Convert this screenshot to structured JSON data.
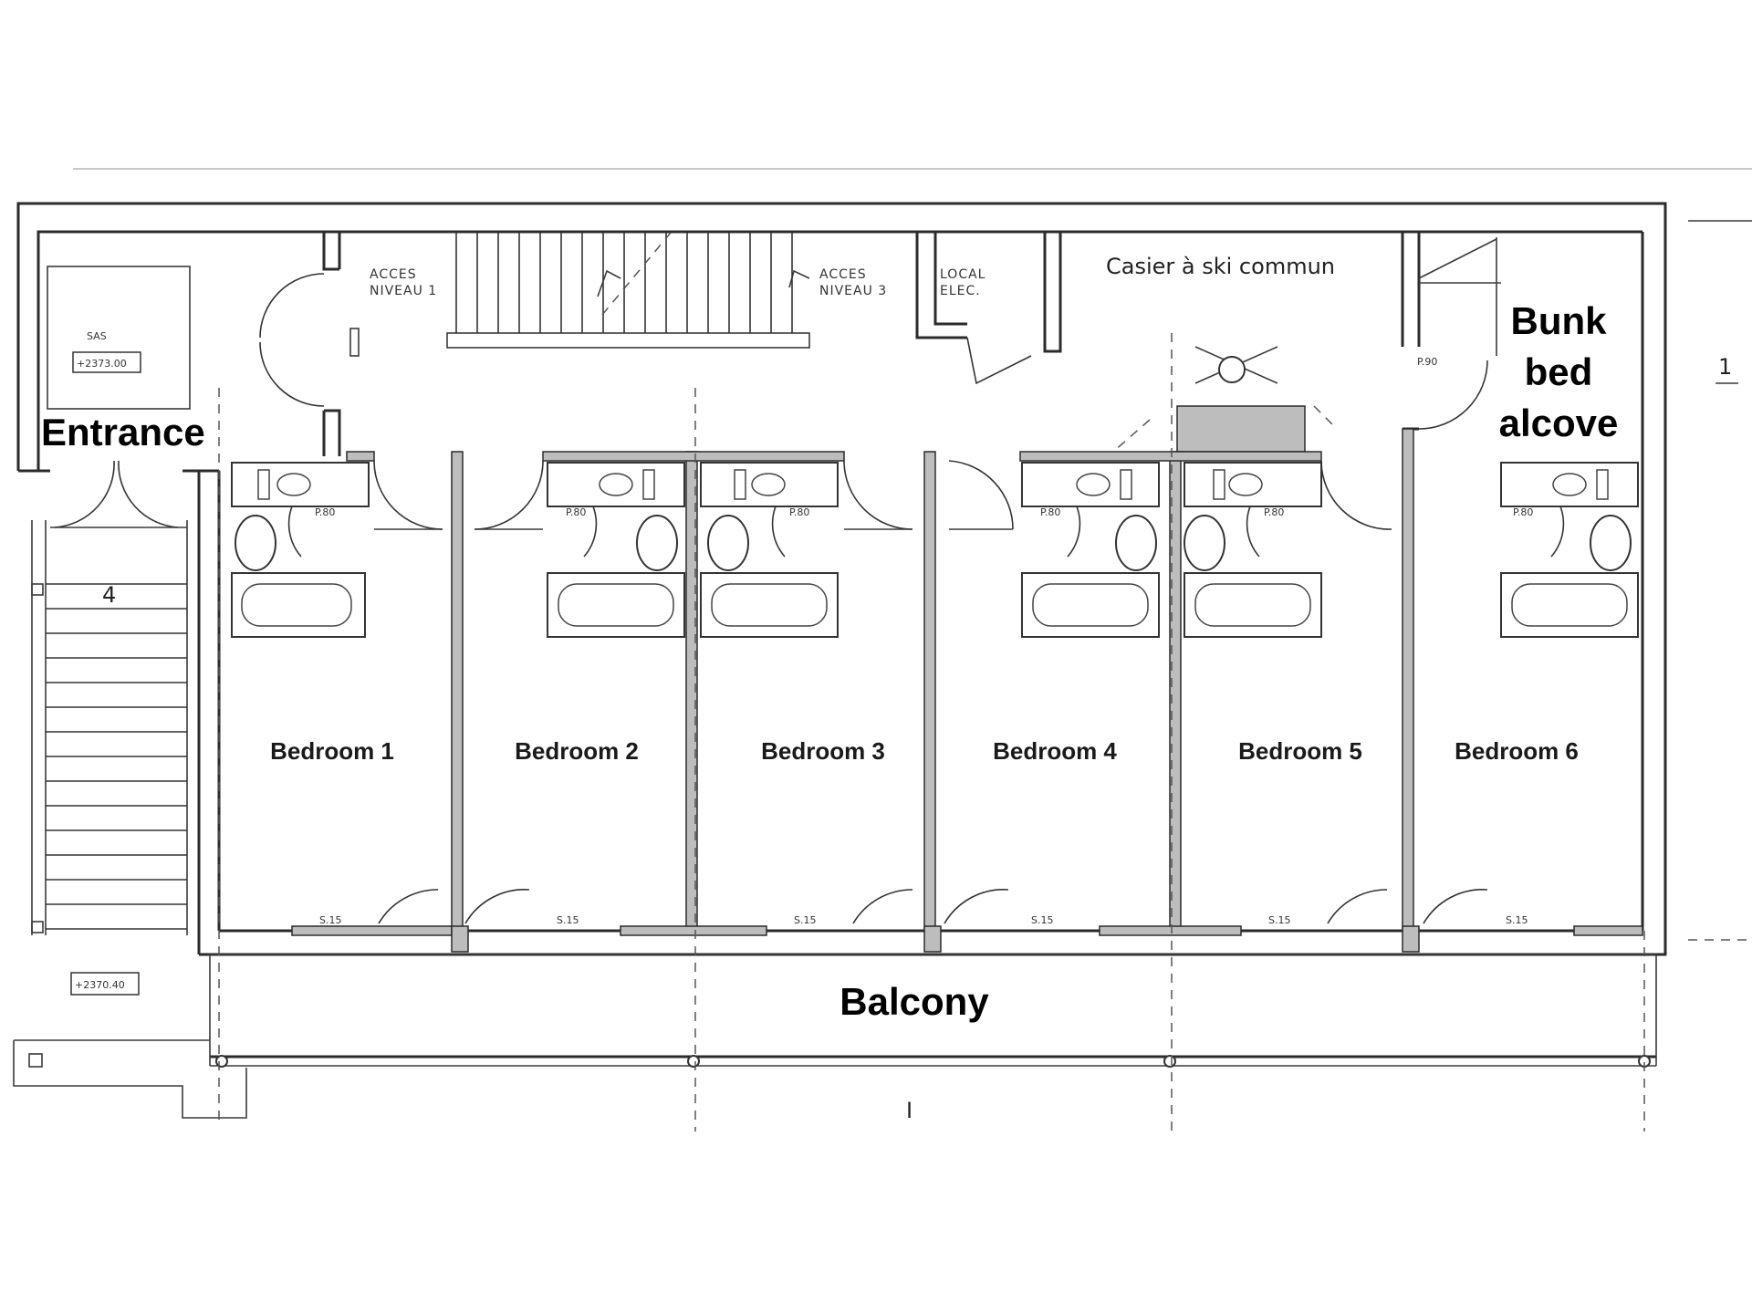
{
  "plan": {
    "labels": {
      "entrance": "Entrance",
      "balcony": "Balcony",
      "bunk_line1": "Bunk",
      "bunk_line2": "bed",
      "bunk_line3": "alcove",
      "ski_locker": "Casier à ski commun",
      "sas": "SAS",
      "sas_level": "+2373.00",
      "lower_level": "+2370.40",
      "access_left_1": "ACCES",
      "access_left_2": "NIVEAU 1",
      "access_right_1": "ACCES",
      "access_right_2": "NIVEAU 3",
      "local_1": "LOCAL",
      "local_2": "ELEC.",
      "section_mark": "1",
      "stair_number": "4",
      "bottom_mark": "I"
    },
    "bedrooms": [
      {
        "label": "Bedroom 1"
      },
      {
        "label": "Bedroom 2"
      },
      {
        "label": "Bedroom 3"
      },
      {
        "label": "Bedroom 4"
      },
      {
        "label": "Bedroom 5"
      },
      {
        "label": "Bedroom 6"
      }
    ],
    "door_marks": {
      "p80": "P.80",
      "p90": "P.90",
      "s15": "S.15"
    }
  }
}
